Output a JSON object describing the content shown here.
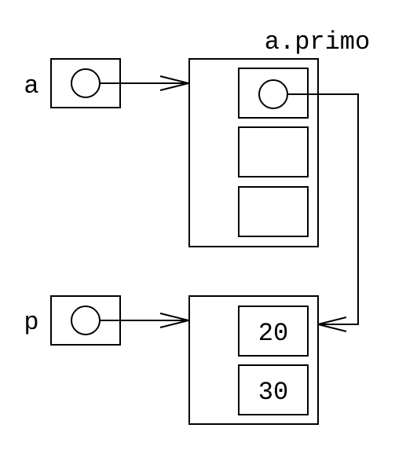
{
  "variables": {
    "a": {
      "label": "a"
    },
    "p": {
      "label": "p"
    }
  },
  "struct_a": {
    "title": "a.primo",
    "slots": [
      "pointer",
      "",
      ""
    ]
  },
  "struct_p": {
    "values": [
      "20",
      "30"
    ]
  },
  "colors": {
    "stroke": "#000000",
    "background": "#ffffff"
  }
}
